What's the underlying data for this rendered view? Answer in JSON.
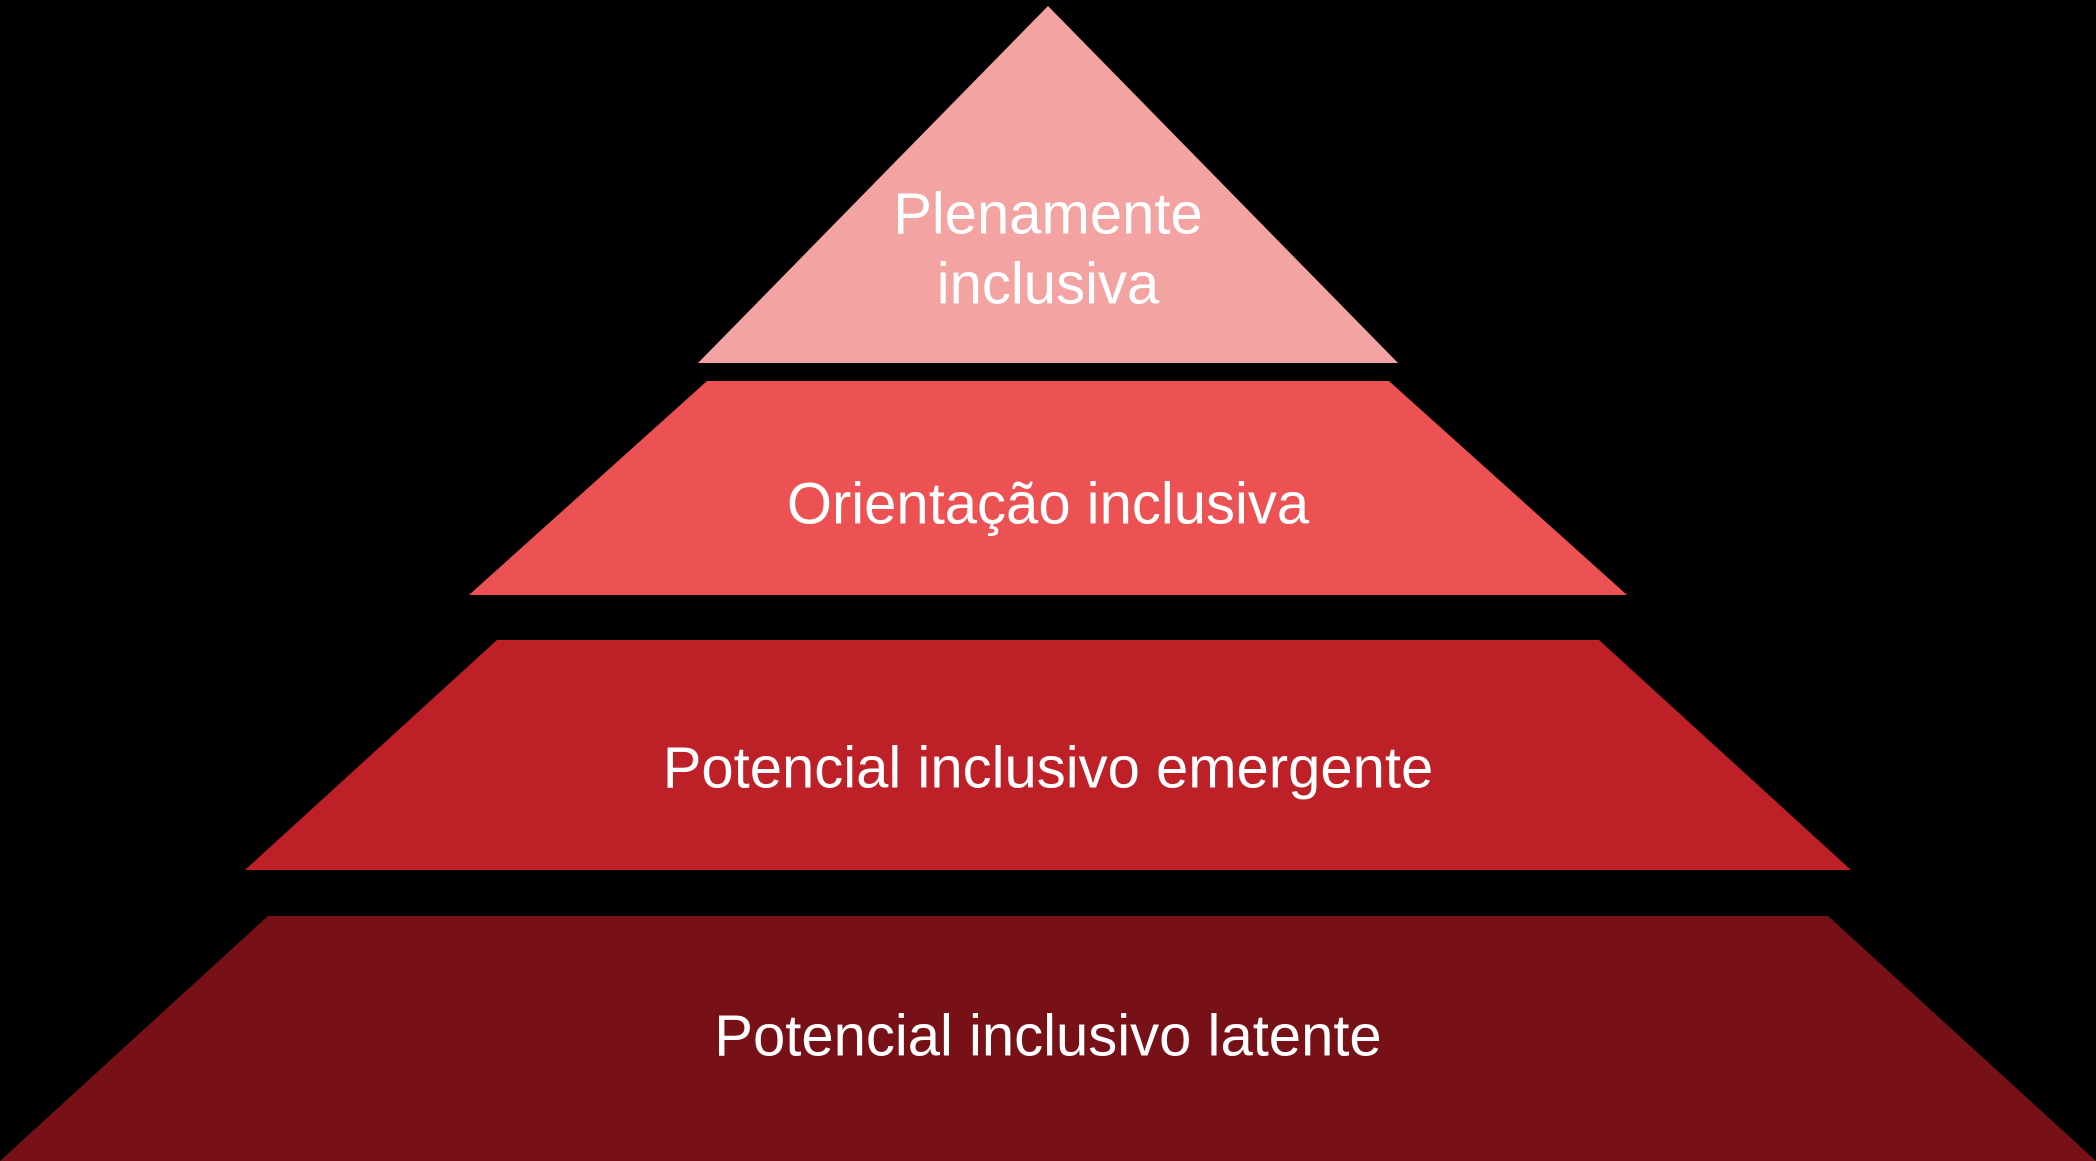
{
  "background_color": "#000000",
  "diagram": {
    "type": "pyramid",
    "title": "",
    "orientation": "apex-up",
    "tier_count": 4,
    "label_color": "#ffffff",
    "separator_color": "#000000",
    "tiers": [
      {
        "level": 1,
        "position": "top",
        "label": "Plenamente inclusiva",
        "label_lines": [
          "Plenamente",
          "inclusiva"
        ],
        "color": "#F4A3A3"
      },
      {
        "level": 2,
        "position": "upper-middle",
        "label": "Orientação inclusiva",
        "label_lines": [
          "Orientação inclusiva"
        ],
        "color": "#EC5253"
      },
      {
        "level": 3,
        "position": "lower-middle",
        "label": "Potencial inclusivo emergente",
        "label_lines": [
          "Potencial inclusivo emergente"
        ],
        "color": "#BE2028"
      },
      {
        "level": 4,
        "position": "bottom",
        "label": "Potencial inclusivo latente",
        "label_lines": [
          "Potencial inclusivo latente"
        ],
        "color": "#771017"
      }
    ]
  }
}
